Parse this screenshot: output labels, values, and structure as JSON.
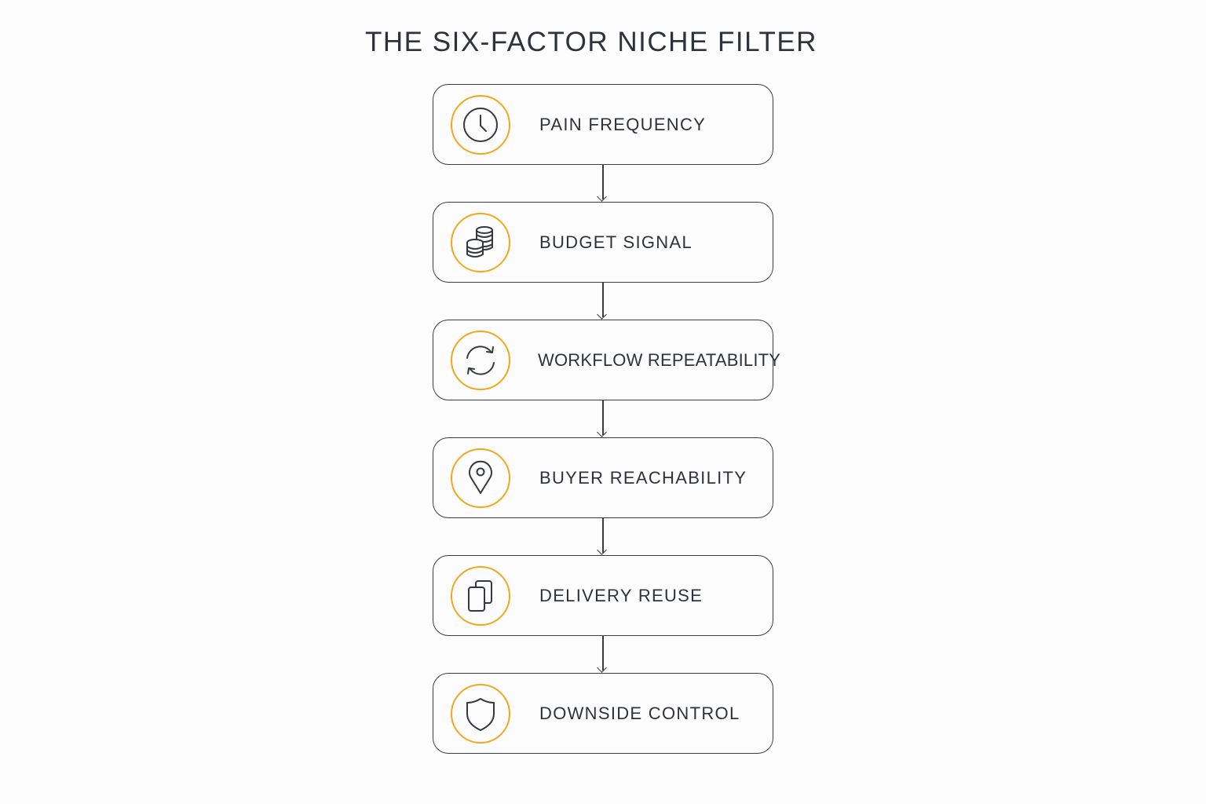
{
  "title": "THE SIX-FACTOR NICHE FILTER",
  "colors": {
    "accent": "#f0a81e",
    "stroke": "#3a3e42",
    "text": "#2f3337",
    "background": "#fdfdfd"
  },
  "steps": [
    {
      "label": "PAIN FREQUENCY",
      "icon": "clock-icon"
    },
    {
      "label": "BUDGET SIGNAL",
      "icon": "coins-stack-icon"
    },
    {
      "label": "WORKFLOW REPEATABILITY",
      "icon": "refresh-cycle-icon"
    },
    {
      "label": "BUYER REACHABILITY",
      "icon": "location-pin-icon"
    },
    {
      "label": "DELIVERY REUSE",
      "icon": "copy-documents-icon"
    },
    {
      "label": "DOWNSIDE CONTROL",
      "icon": "shield-icon"
    }
  ]
}
